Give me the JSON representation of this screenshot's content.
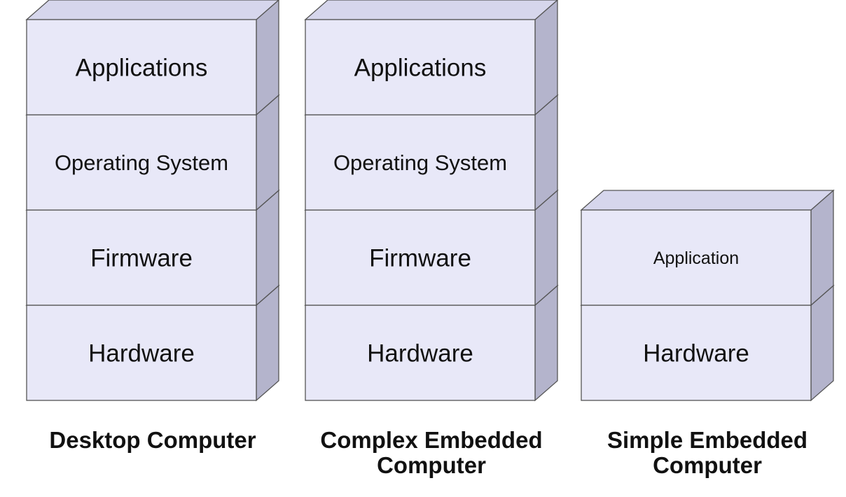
{
  "colors": {
    "front": "#e8e8f8",
    "top": "#d6d6ec",
    "side": "#b4b4cc"
  },
  "stacks": [
    {
      "caption_lines": [
        "Desktop Computer"
      ],
      "layers": [
        "Applications",
        "Operating System",
        "Firmware",
        "Hardware"
      ]
    },
    {
      "caption_lines": [
        "Complex Embedded",
        "Computer"
      ],
      "layers": [
        "Applications",
        "Operating System",
        "Firmware",
        "Hardware"
      ]
    },
    {
      "caption_lines": [
        "Simple Embedded",
        "Computer"
      ],
      "layers": [
        "Application",
        "Hardware"
      ]
    }
  ]
}
